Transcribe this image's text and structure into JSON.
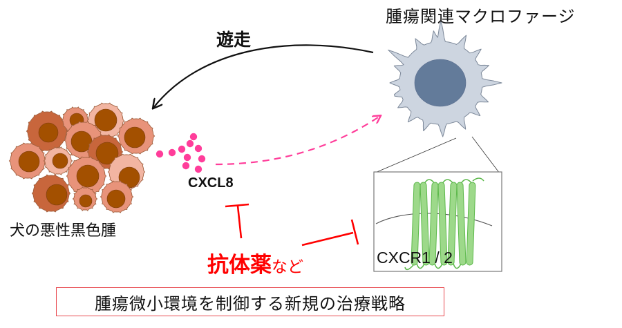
{
  "labels": {
    "macrophage": "腫瘍関連マクロファージ",
    "migration": "遊走",
    "chemokine": "CXCL8",
    "tumor": "犬の悪性黒色腫",
    "drug_main": "抗体薬",
    "drug_suffix": "など",
    "receptor": "CXCR1 / 2",
    "strategy": "腫瘍微小環境を制御する新規の治療戦略"
  },
  "colors": {
    "tumor_cell_dark": "#c8663c",
    "tumor_cell_mid": "#e8937a",
    "tumor_cell_light": "#f2b5a2",
    "tumor_nucleus": "#a35000",
    "tumor_outline": "#a0603f",
    "macrophage_body": "#cdd5e0",
    "macrophage_outline": "#7b8798",
    "macrophage_nucleus": "#637b9a",
    "chemokine": "#ff3d9a",
    "receptor_helix": "#9dd98a",
    "receptor_outline": "#5cb84a",
    "inhibitor": "#ff0000",
    "strategy_border": "#e8474d"
  },
  "diagram": {
    "nodes": [
      {
        "id": "tumor",
        "label": "犬の悪性黒色腫"
      },
      {
        "id": "cxcl8",
        "label": "CXCL8"
      },
      {
        "id": "tam",
        "label": "腫瘍関連マクロファージ"
      },
      {
        "id": "cxcr",
        "label": "CXCR1 / 2"
      },
      {
        "id": "drug",
        "label": "抗体薬など"
      }
    ],
    "edges": [
      {
        "from": "tam",
        "to": "tumor",
        "label": "遊走",
        "style": "solid-arrow"
      },
      {
        "from": "cxcl8",
        "to": "tam",
        "label": "",
        "style": "dashed-arrow"
      },
      {
        "from": "drug",
        "to": "cxcl8",
        "label": "",
        "style": "inhibition"
      },
      {
        "from": "drug",
        "to": "cxcr",
        "label": "",
        "style": "inhibition"
      }
    ]
  }
}
